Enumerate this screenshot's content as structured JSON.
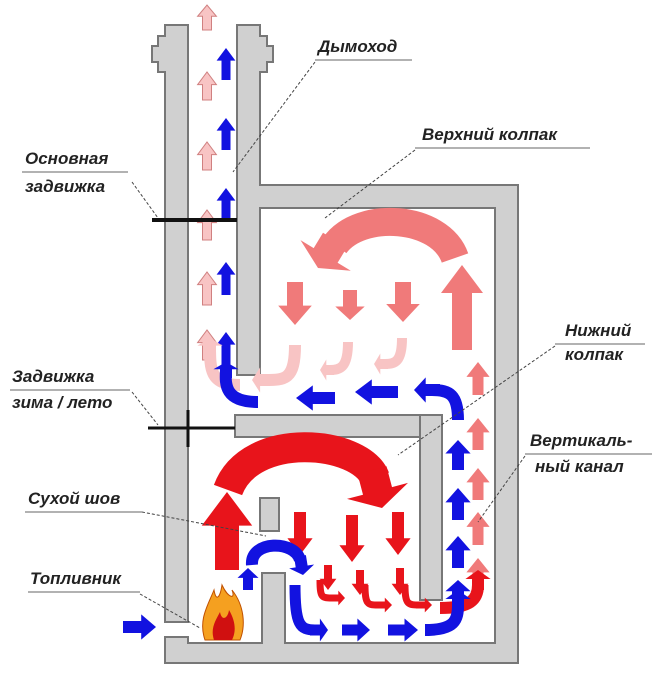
{
  "labels": {
    "chimney": "Дымоход",
    "upper_cap": "Верхний колпак",
    "main_damper_1": "Основная",
    "main_damper_2": "задвижка",
    "lower_cap_1": "Нижний",
    "lower_cap_2": "колпак",
    "season_damper_1": "Задвижка",
    "season_damper_2": "зима / лето",
    "vertical_channel_1": "Вертикаль-",
    "vertical_channel_2": "ный канал",
    "dry_seam": "Сухой шов",
    "firebox": "Топливник"
  },
  "colors": {
    "hot_gas": "#e8141b",
    "warm_gas": "#f07a7a",
    "cool_gas": "#f8c4c4",
    "summer_flow": "#1212e0",
    "wall": "#d0d0d0",
    "flame": "#f5a020"
  }
}
